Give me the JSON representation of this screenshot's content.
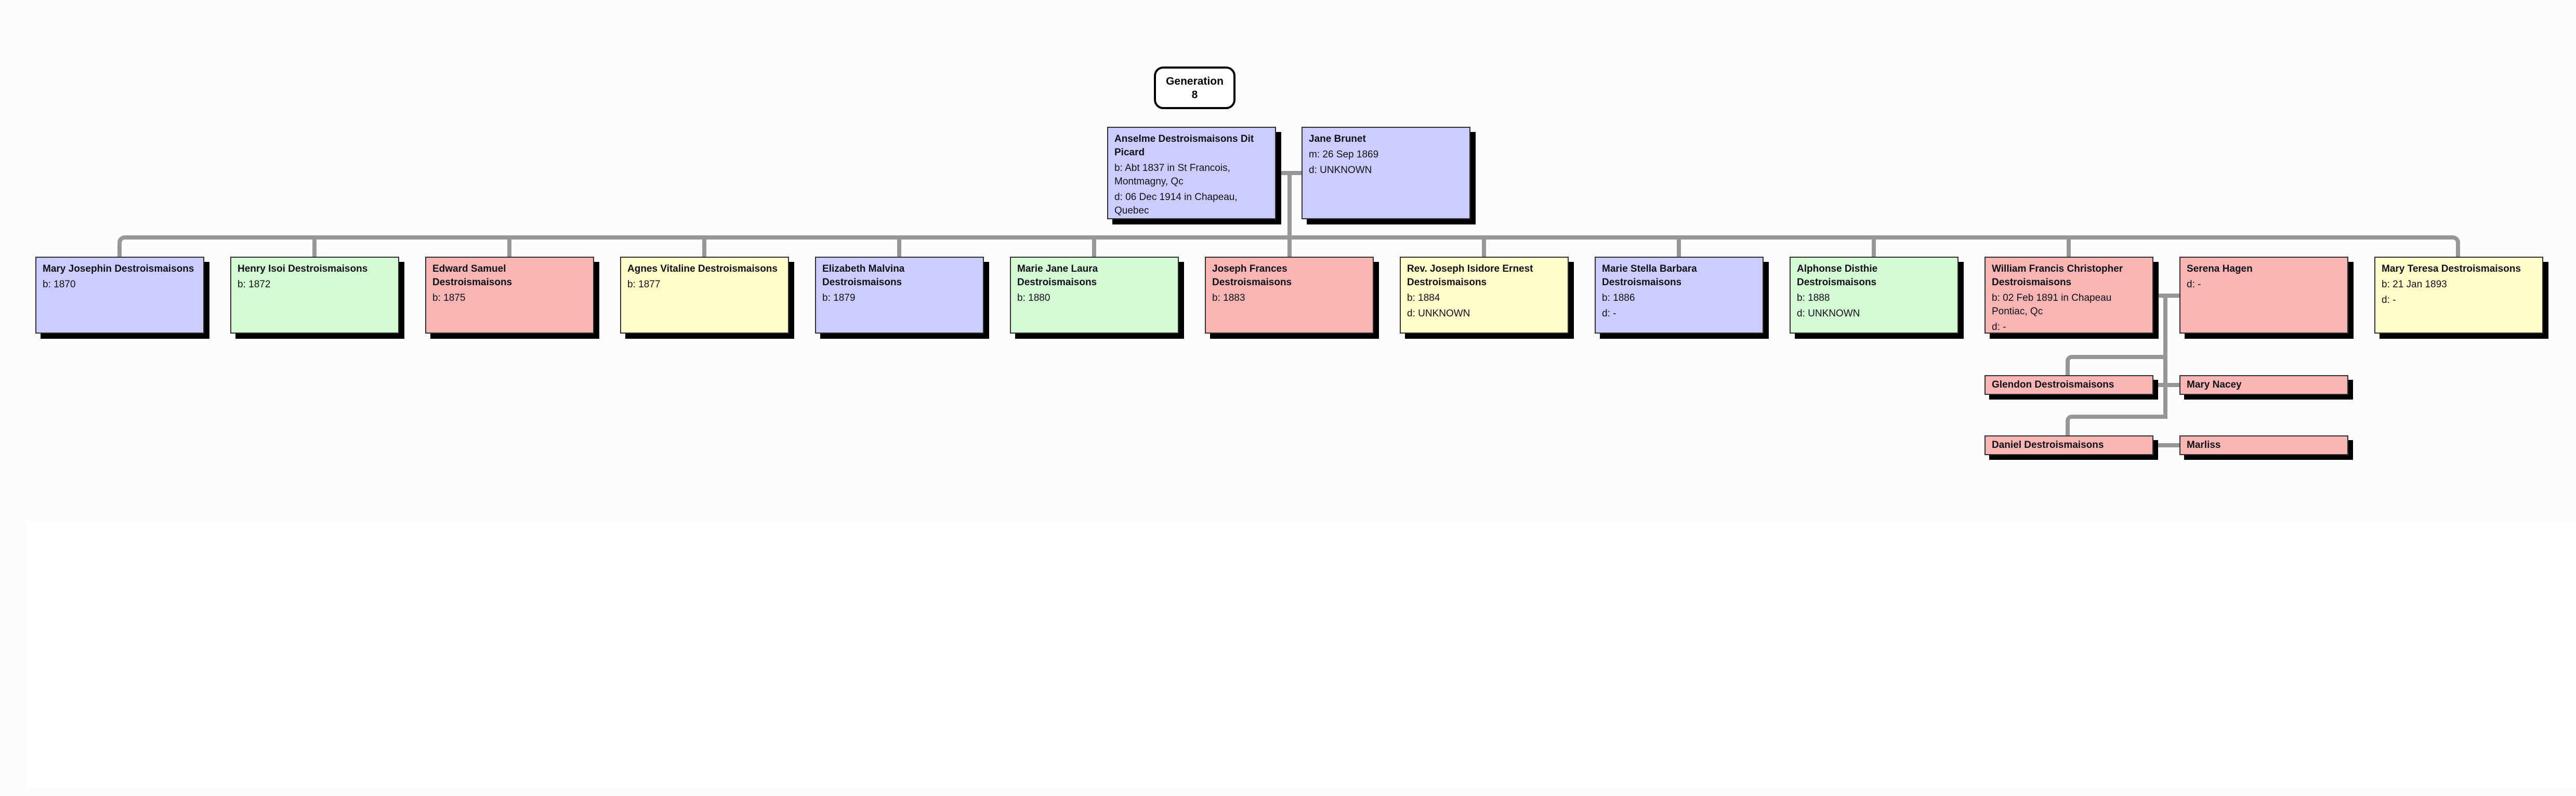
{
  "generation": {
    "title_line1": "Generation",
    "title_line2": "8"
  },
  "parents": {
    "father": {
      "name": "Anselme Destroismaisons Dit Picard",
      "details": [
        "b: Abt 1837 in St Francois, Montmagny, Qc",
        "d: 06 Dec 1914 in Chapeau, Quebec"
      ]
    },
    "mother": {
      "name": "Jane Brunet",
      "details": [
        "m: 26 Sep 1869",
        "d: UNKNOWN"
      ]
    }
  },
  "children": [
    {
      "name": "Mary Josephin Destroismaisons",
      "details": [
        "b: 1870"
      ],
      "color": "lavender"
    },
    {
      "name": "Henry Isoi Destroismaisons",
      "details": [
        "b: 1872"
      ],
      "color": "green"
    },
    {
      "name": "Edward Samuel Destroismaisons",
      "details": [
        "b: 1875"
      ],
      "color": "pink"
    },
    {
      "name": "Agnes Vitaline Destroismaisons",
      "details": [
        "b: 1877"
      ],
      "color": "yellow"
    },
    {
      "name": "Elizabeth Malvina Destroismaisons",
      "details": [
        "b: 1879"
      ],
      "color": "lavender"
    },
    {
      "name": "Marie Jane Laura Destroismaisons",
      "details": [
        "b: 1880"
      ],
      "color": "green"
    },
    {
      "name": "Joseph Frances Destroismaisons",
      "details": [
        "b: 1883"
      ],
      "color": "pink"
    },
    {
      "name": "Rev. Joseph Isidore Ernest Destroismaisons",
      "details": [
        "b: 1884",
        "d: UNKNOWN"
      ],
      "color": "yellow"
    },
    {
      "name": "Marie Stella Barbara Destroismaisons",
      "details": [
        "b: 1886",
        "d: -"
      ],
      "color": "lavender"
    },
    {
      "name": "Alphonse Disthie Destroismaisons",
      "details": [
        "b: 1888",
        "d: UNKNOWN"
      ],
      "color": "green"
    },
    {
      "name": "William Francis Christopher Destroismaisons",
      "details": [
        "b: 02 Feb 1891 in Chapeau Pontiac, Qc",
        "d: -"
      ],
      "color": "pink"
    },
    {
      "name": "Serena Hagen",
      "details": [
        "d: -"
      ],
      "color": "pink"
    },
    {
      "name": "Mary Teresa Destroismaisons",
      "details": [
        "b: 21 Jan 1893",
        "d: -"
      ],
      "color": "yellow"
    }
  ],
  "grandchildren_couples": [
    {
      "person": "Glendon Destroismaisons",
      "spouse": "Mary Nacey"
    },
    {
      "person": "Daniel Destroismaisons",
      "spouse": "Marliss"
    }
  ],
  "palette": {
    "lavender": "#ccccff",
    "green": "#d5fbd5",
    "pink": "#f9b4b4",
    "yellow": "#ffffcc",
    "connector_gray": "#979797",
    "shadow_black": "#000000",
    "page_white": "#ffffff",
    "background": "#fcfcfc"
  }
}
